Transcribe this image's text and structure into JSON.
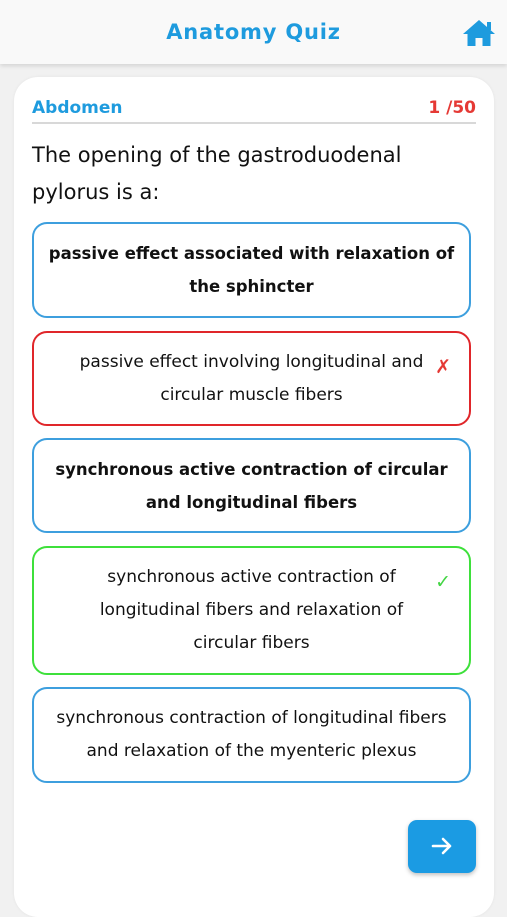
{
  "header": {
    "title": "Anatomy Quiz",
    "home_icon": "home-icon"
  },
  "quiz": {
    "category": "Abdomen",
    "counter": "1 /50",
    "question": "The opening of the gastroduodenal pylorus is a:",
    "options": [
      {
        "text": "passive effect associated with relaxation of the sphincter",
        "state": "default"
      },
      {
        "text": "passive effect involving longitudinal and circular muscle fibers",
        "state": "wrong",
        "mark": "✗"
      },
      {
        "text": "synchronous active contraction of circular and longitudinal fibers",
        "state": "default"
      },
      {
        "text": "synchronous active contraction of longitudinal fibers and relaxation of circular fibers",
        "state": "correct",
        "mark": "✓"
      },
      {
        "text": "synchronous contraction of longitudinal fibers and relaxation of the myenteric plexus",
        "state": "default"
      }
    ]
  },
  "footer": {
    "next_icon": "arrow-right-icon"
  },
  "colors": {
    "accent": "#1e9bde",
    "wrong": "#e53935",
    "correct": "#3ee03b"
  }
}
